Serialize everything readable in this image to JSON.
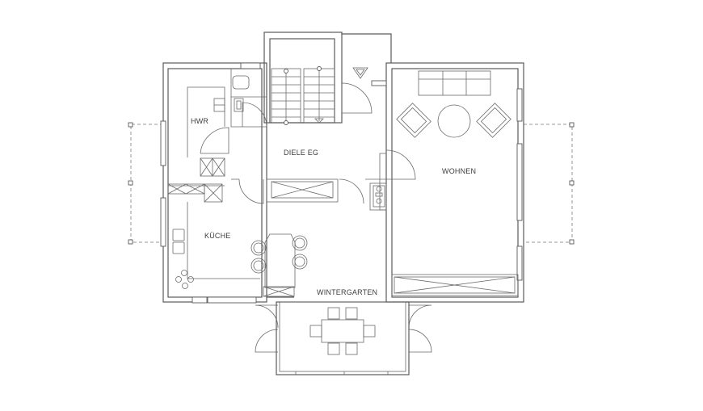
{
  "rooms": {
    "hwr": "HWR",
    "diele": "DIELE EG",
    "wohnen": "WOHNEN",
    "kueche": "KÜCHE",
    "wintergarten": "WINTERGARTEN"
  }
}
